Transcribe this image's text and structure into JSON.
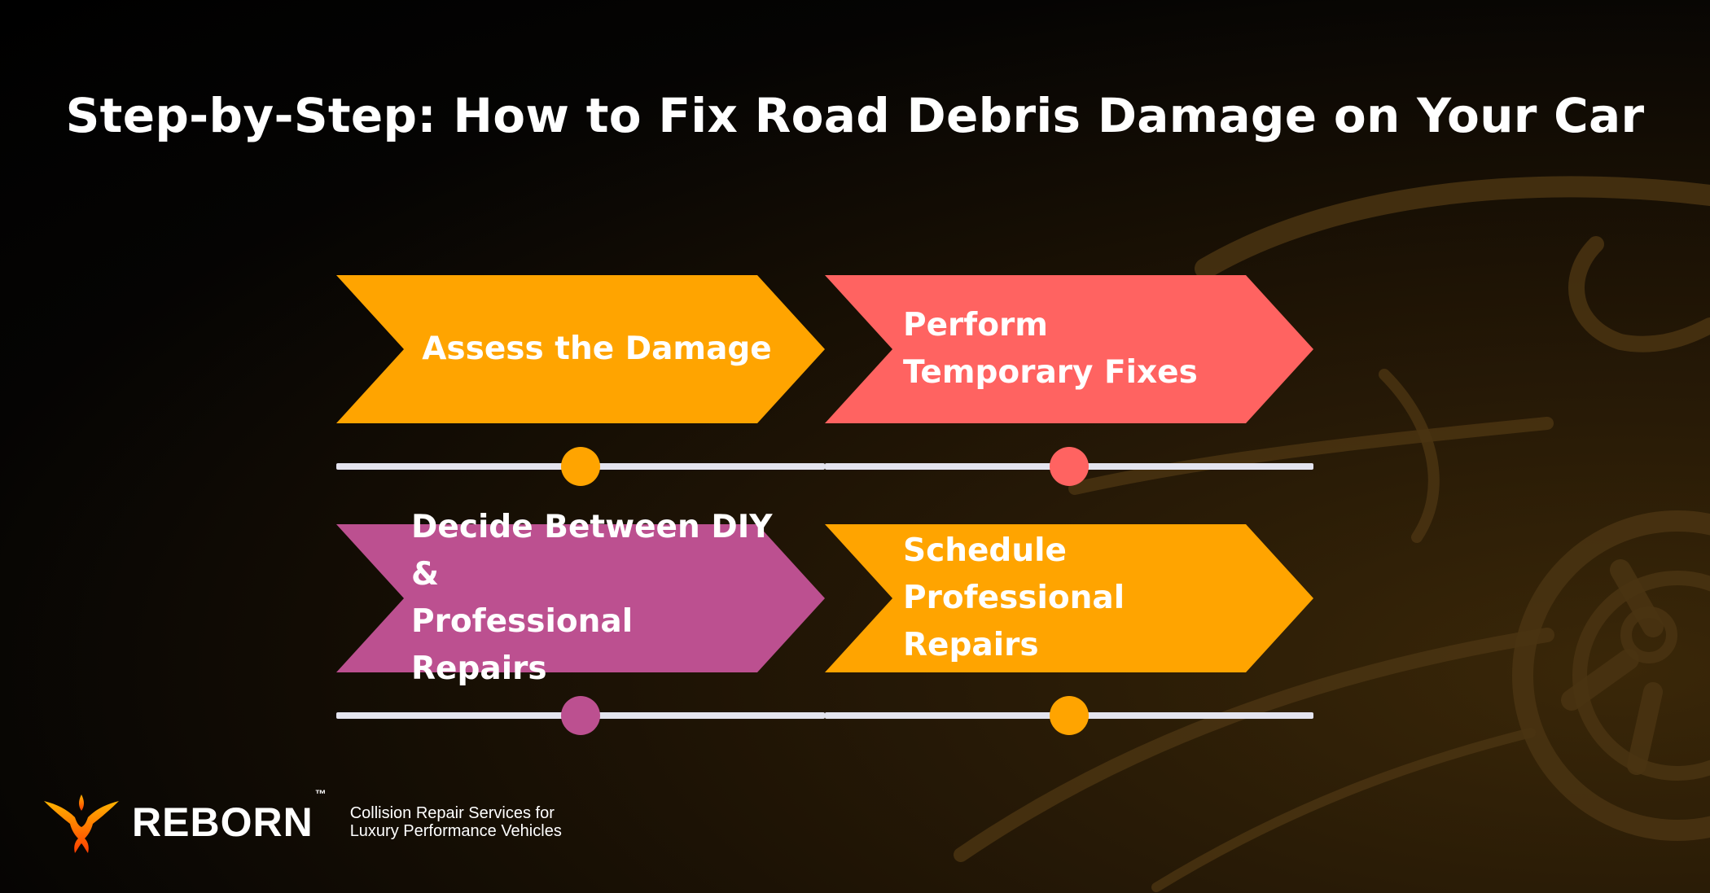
{
  "title": "Step-by-Step: How to Fix Road Debris Damage on Your Car",
  "colors": {
    "orange": "#ffa400",
    "coral": "#ff6361",
    "magenta": "#bc5090",
    "track": "#e4e4ef"
  },
  "steps": [
    {
      "label": "Assess the Damage",
      "color": "#ffa400"
    },
    {
      "label": "Perform\nTemporary Fixes",
      "color": "#ff6361"
    },
    {
      "label": "Decide Between DIY &\nProfessional Repairs",
      "color": "#bc5090"
    },
    {
      "label": "Schedule Professional\nRepairs",
      "color": "#ffa400"
    }
  ],
  "brand": {
    "name": "REBORN",
    "trademark": "™",
    "tagline": "Collision Repair Services for\nLuxury Performance Vehicles",
    "logo_icon": "phoenix-icon"
  }
}
